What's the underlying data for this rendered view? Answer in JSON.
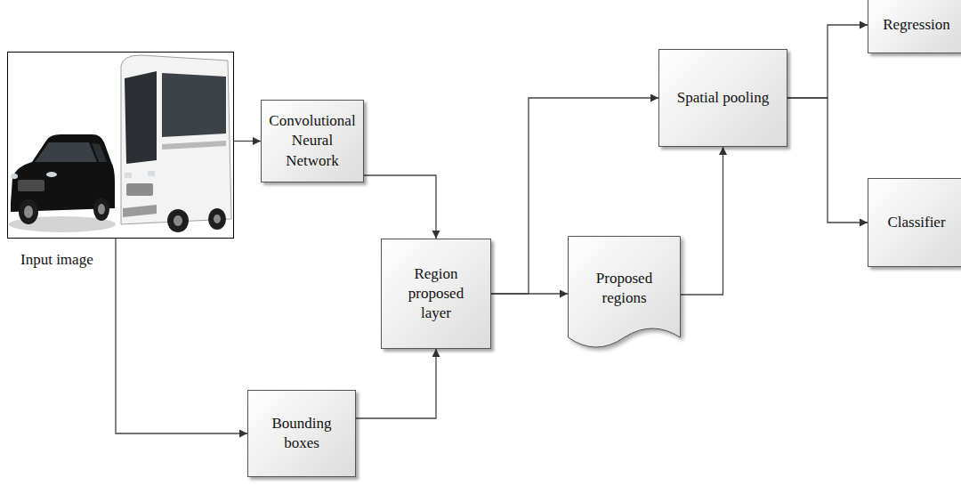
{
  "diagram": {
    "nodes": [
      {
        "text": [
          "Input image"
        ]
      },
      {
        "text": [
          "Convolutional Neural Network"
        ]
      },
      {
        "text": [
          "Bounding boxes"
        ]
      },
      {
        "text": [
          "Region proposed layer"
        ]
      },
      {
        "text": [
          "Proposed regions"
        ]
      },
      {
        "text": [
          "Spatial pooling"
        ]
      },
      {
        "text": [
          "Regression"
        ]
      },
      {
        "text": [
          "Classifier"
        ]
      }
    ],
    "edges": [
      {
        "from": 0,
        "to": 1,
        "arrow": "to"
      },
      {
        "from": 0,
        "to": 2,
        "arrow": "to"
      },
      {
        "from": 1,
        "to": 3,
        "arrow": "to"
      },
      {
        "from": 2,
        "to": 3,
        "arrow": "to"
      },
      {
        "from": 3,
        "to": 4,
        "arrow": "to"
      },
      {
        "from": 3,
        "to": 5,
        "arrow": "to"
      },
      {
        "from": 4,
        "to": 5,
        "arrow": "to"
      },
      {
        "from": 5,
        "to": 6,
        "arrow": "to"
      },
      {
        "from": 5,
        "to": 7,
        "arrow": "to"
      }
    ]
  }
}
